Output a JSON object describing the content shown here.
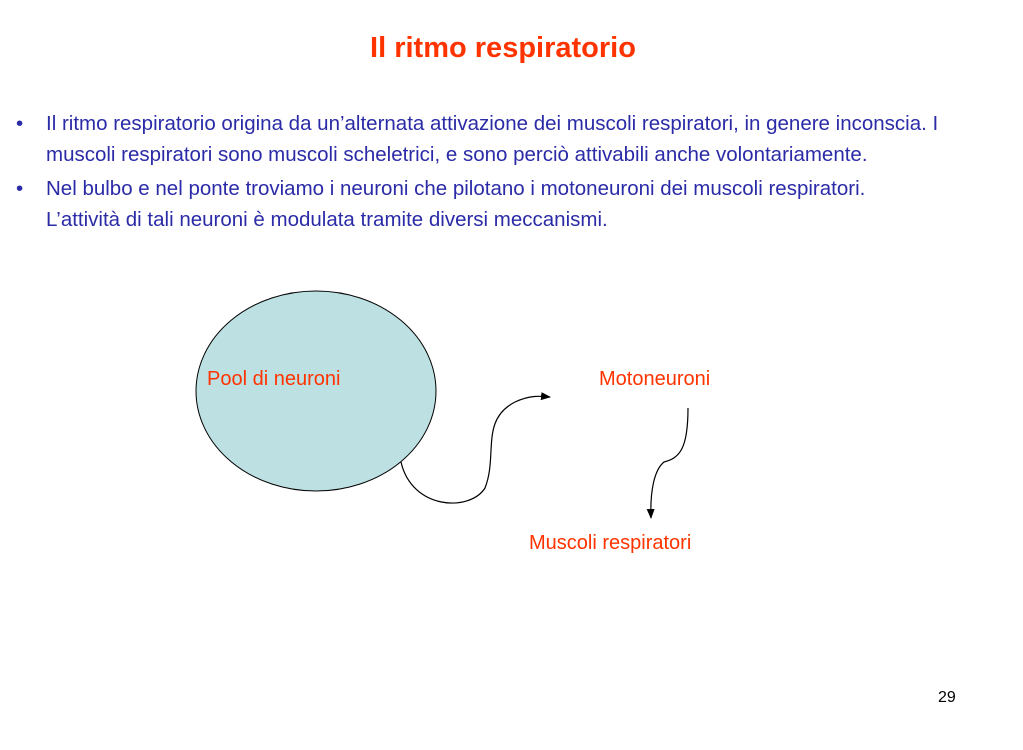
{
  "slide": {
    "title": "Il ritmo respiratorio",
    "bullets": [
      "Il ritmo respiratorio origina da un’alternata attivazione dei muscoli respiratori, in genere inconscia. I muscoli respiratori sono muscoli scheletrici, e sono perciò attivabili anche volontariamente.",
      "Nel bulbo e nel ponte troviamo i neuroni che pilotano i motoneuroni dei muscoli respiratori. L’attività di tali neuroni è modulata tramite diversi meccanismi."
    ],
    "bullet_symbol": "•",
    "page_number": "29"
  },
  "diagram": {
    "pool_label": "Pool di neuroni",
    "motoneuroni_label": "Motoneuroni",
    "muscoli_label": "Muscoli respiratori",
    "ellipse_fill": "#bde0e2"
  },
  "colors": {
    "title": "#ff3300",
    "body_text": "#2b2ba8",
    "diagram_labels": "#ff3300"
  }
}
